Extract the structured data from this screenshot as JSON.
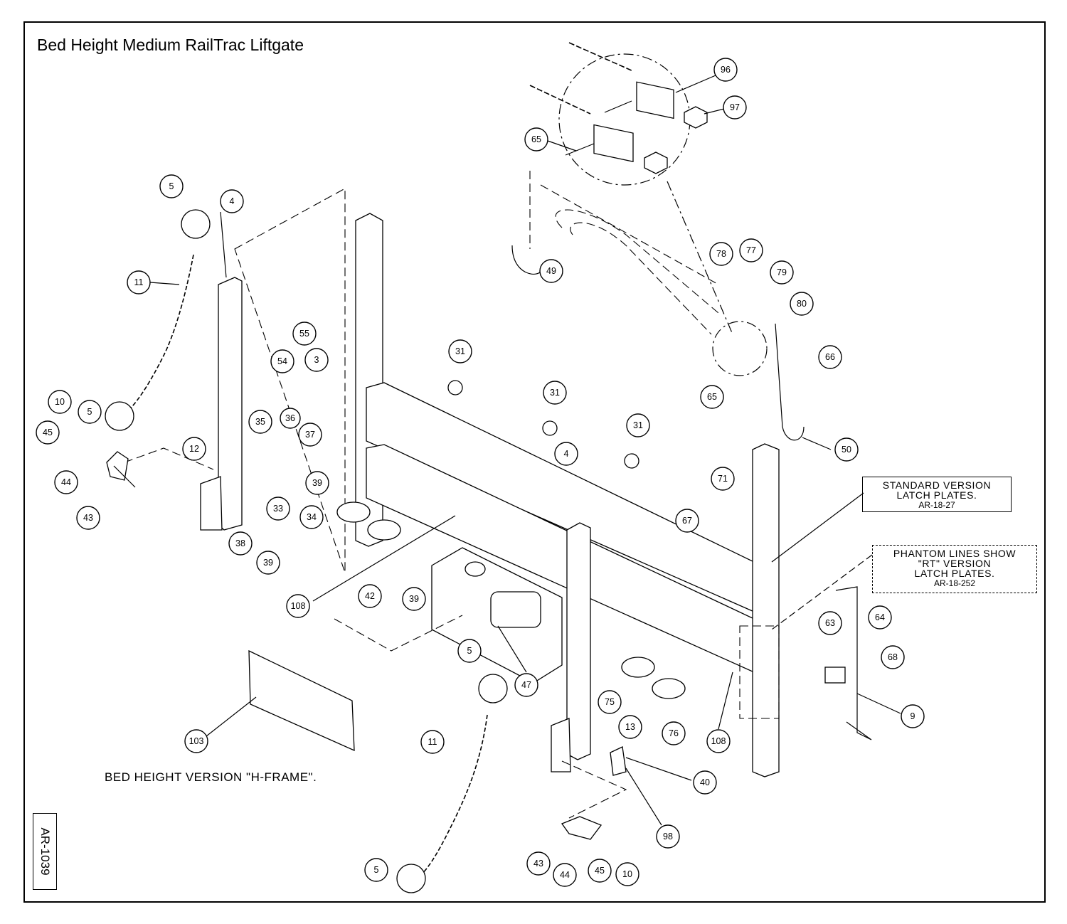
{
  "title": "Bed Height Medium RailTrac Liftgate",
  "caption": "BED HEIGHT VERSION \"H-FRAME\".",
  "sheet_id": "AR-1039",
  "notes": {
    "standard_line1": "STANDARD VERSION",
    "standard_line2": "LATCH PLATES.",
    "standard_ref": "AR-18-27",
    "phantom_line1": "PHANTOM LINES SHOW",
    "phantom_line2": "\"RT\" VERSION",
    "phantom_line3": "LATCH PLATES.",
    "phantom_ref": "AR-18-252"
  },
  "callouts": [
    "96",
    "97",
    "65",
    "5",
    "4",
    "49",
    "78",
    "77",
    "79",
    "80",
    "11",
    "55",
    "54",
    "3",
    "31",
    "66",
    "36",
    "10",
    "5",
    "65",
    "31",
    "35",
    "37",
    "45",
    "12",
    "50",
    "31",
    "44",
    "71",
    "39",
    "4",
    "33",
    "43",
    "34",
    "38",
    "67",
    "39",
    "108",
    "42",
    "39",
    "5",
    "64",
    "68",
    "63",
    "47",
    "75",
    "9",
    "76",
    "108",
    "103",
    "13",
    "11",
    "40",
    "98",
    "43",
    "44",
    "45",
    "10",
    "5"
  ]
}
